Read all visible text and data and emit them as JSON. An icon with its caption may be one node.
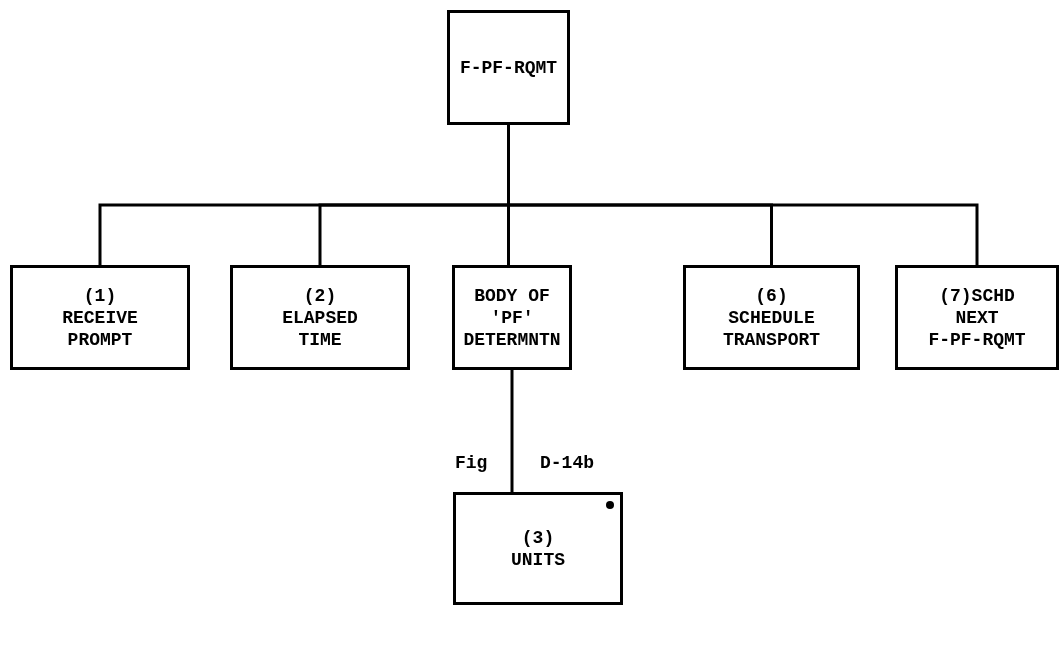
{
  "diagram": {
    "nodes": [
      {
        "text": [
          "F-PF-RQMT"
        ]
      },
      {
        "text": [
          "(1) RECEIVE PROMPT"
        ]
      },
      {
        "text": [
          "(2) ELAPSED TIME"
        ]
      },
      {
        "text": [
          "BODY OF 'PF' DETERMNTN"
        ]
      },
      {
        "text": [
          "(6) SCHEDULE TRANSPORT"
        ]
      },
      {
        "text": [
          "(7)SCHD NEXT F-PF-RQMT"
        ]
      },
      {
        "text": [
          "(3) UNITS"
        ]
      }
    ],
    "edges": [
      {
        "from": 0,
        "to": 1,
        "arrow": "none"
      },
      {
        "from": 0,
        "to": 2,
        "arrow": "none"
      },
      {
        "from": 0,
        "to": 3,
        "arrow": "none"
      },
      {
        "from": 0,
        "to": 4,
        "arrow": "none"
      },
      {
        "from": 0,
        "to": 5,
        "arrow": "none"
      },
      {
        "from": 3,
        "to": 6,
        "arrow": "none"
      }
    ],
    "labels": [
      "Fig",
      "D-14b"
    ]
  }
}
